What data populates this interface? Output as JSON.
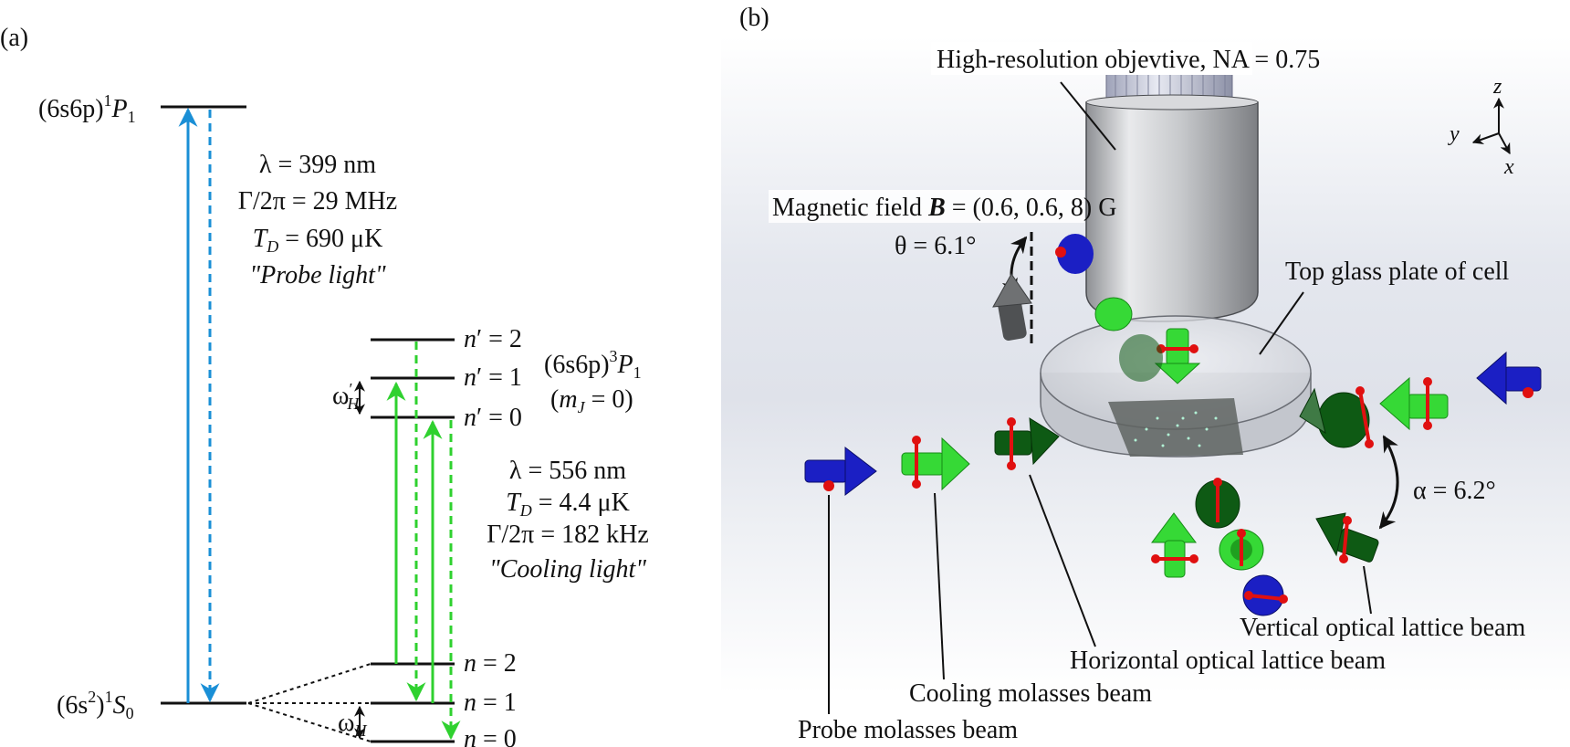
{
  "panel_a": {
    "label": "(a)",
    "level_p1": "(6s6p)",
    "level_p1_sup": "1",
    "level_p1_term": "P",
    "level_p1_sub": "1",
    "level_s0": "(6s",
    "level_s0_sup2": "2",
    "level_s0_close": ")",
    "level_s0_sup": "1",
    "level_s0_term": "S",
    "level_s0_sub": "0",
    "probe": {
      "lambda": "λ = 399 nm",
      "gamma": "Γ/2π = 29 MHz",
      "td_T": "T",
      "td_sub": "D",
      "td_val": " = 690 μK",
      "name": "\"Probe light\""
    },
    "cooling": {
      "lambda": "λ = 556 nm",
      "td_T": "T",
      "td_sub": "D",
      "td_val": " = 4.4 μK",
      "gamma": "Γ/2π = 182 kHz",
      "name": "\"Cooling light\""
    },
    "triplet": {
      "l1": "(6s6p)",
      "sup": "3",
      "term": "P",
      "sub": "1",
      "mj_open": "(",
      "mj_m": "m",
      "mj_sub": "J",
      "mj_close": " = 0)"
    },
    "upper_levels": {
      "n2": "n′ = 2",
      "n1": "n′ = 1",
      "n0": "n′ = 0",
      "n_sym": "n′",
      "v2": " = 2",
      "v1": " = 1",
      "v0": " = 0"
    },
    "lower_levels": {
      "n_sym": "n",
      "v2": " = 2",
      "v1": " = 1",
      "v0": " = 0"
    },
    "omega_h_prime": "ω",
    "omega_h_prime_sub": "H",
    "omega_h_prime_mark": "′",
    "omega_h": "ω",
    "omega_h_sub": "H"
  },
  "panel_b": {
    "label": "(b)",
    "objective": "High-resolution objevtive, NA = 0.75",
    "magnetic_pre": "Magnetic field ",
    "magnetic_B": "B",
    "magnetic_post": " = (0.6, 0.6, 8) G",
    "theta": "θ = 6.1°",
    "top_glass": "Top glass plate of cell",
    "alpha": "α = 6.2°",
    "vertical_lattice": "Vertical optical lattice beam",
    "horizontal_lattice": "Horizontal optical lattice beam",
    "cooling_molasses": "Cooling molasses beam",
    "probe_molasses": "Probe molasses beam",
    "axis_z": "z",
    "axis_y": "y",
    "axis_x": "x"
  },
  "colors": {
    "probe_blue": "#1a8fd6",
    "cooling_green": "#2fd12f",
    "arrow_blue": "#1b1fc4",
    "arrow_lightgreen": "#36d936",
    "arrow_darkgreen": "#0e5a14",
    "arrow_red": "#e01010",
    "objective_gray": "#c9cbce"
  }
}
